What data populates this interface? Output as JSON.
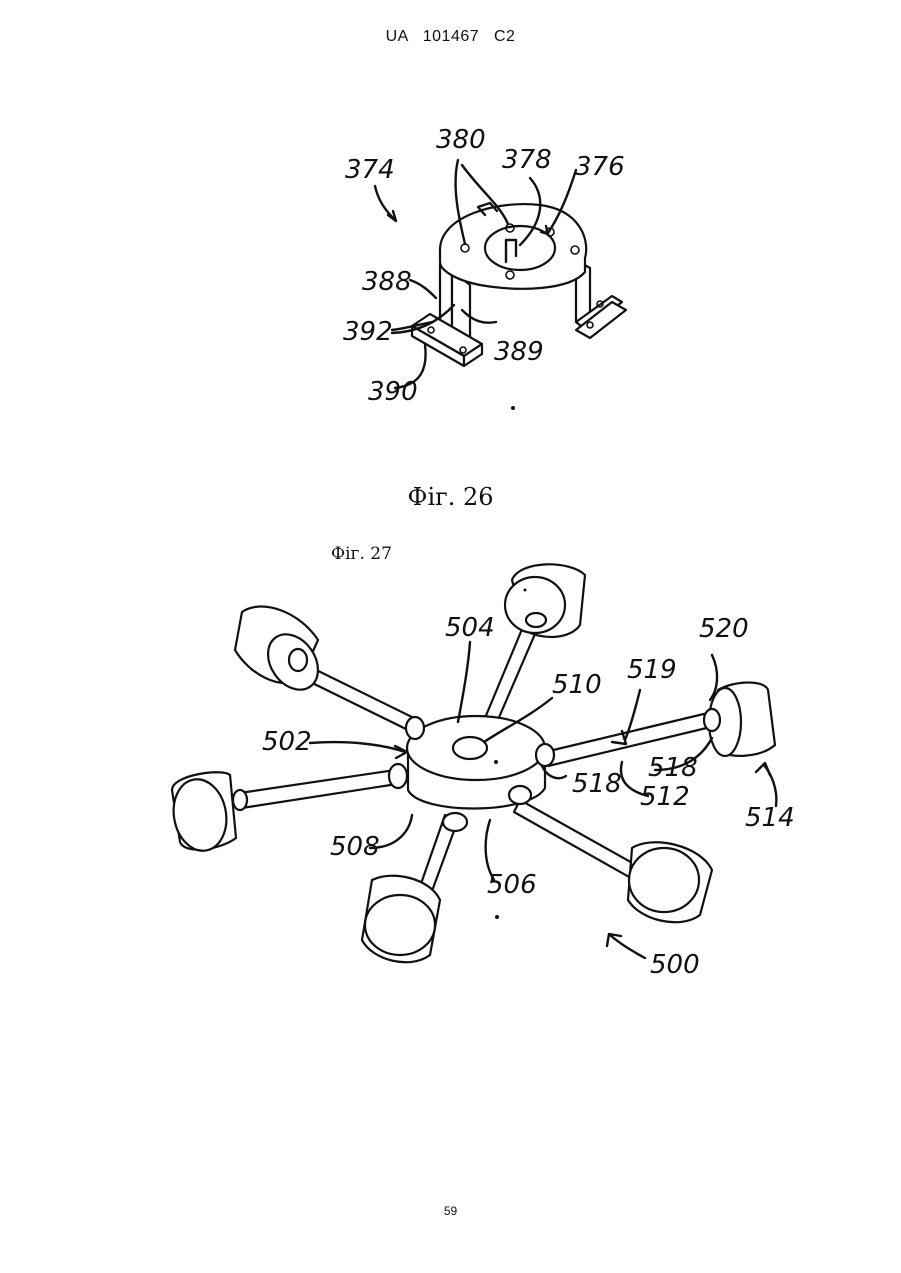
{
  "header": {
    "text": "UA   101467   C2"
  },
  "figure26": {
    "caption": "Фіг. 26",
    "labels": [
      "374",
      "380",
      "378",
      "376",
      "388",
      "392",
      "389",
      "390"
    ]
  },
  "figure27": {
    "caption": "Фіг. 27",
    "labels": [
      "504",
      "510",
      "519",
      "520",
      "502",
      "518",
      "518",
      "512",
      "514",
      "508",
      "506",
      "500"
    ]
  },
  "footer": {
    "page_number": "59"
  }
}
